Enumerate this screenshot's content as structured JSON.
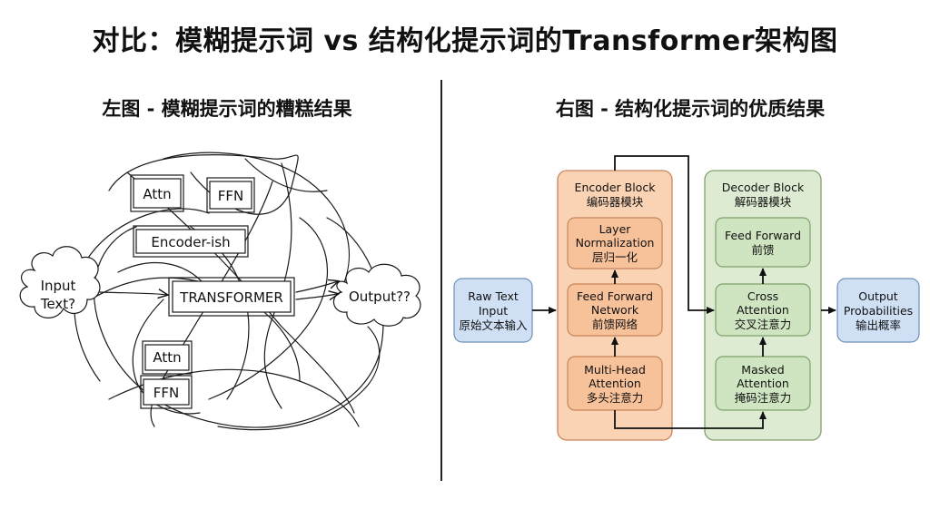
{
  "title": "对比：模糊提示词 vs 结构化提示词的Transformer架构图",
  "left": {
    "subtitle": "左图 - 模糊提示词的糟糕结果",
    "input_cloud": [
      "Input",
      "Text?"
    ],
    "output_cloud": "Output??",
    "attn_top": "Attn",
    "ffn_top": "FFN",
    "encoder": "Encoder-ish",
    "transformer": "TRANSFORMER",
    "attn_bottom": "Attn",
    "ffn_bottom": "FFN"
  },
  "right": {
    "subtitle": "右图 - 结构化提示词的优质结果",
    "raw_input": [
      "Raw Text",
      "Input",
      "原始文本输入"
    ],
    "encoder_block": [
      "Encoder Block",
      "编码器模块"
    ],
    "layer_norm": [
      "Layer",
      "Normalization",
      "层归一化"
    ],
    "ffn": [
      "Feed Forward",
      "Network",
      "前馈网络"
    ],
    "mha": [
      "Multi-Head",
      "Attention",
      "多头注意力"
    ],
    "decoder_block": [
      "Decoder Block",
      "解码器模块"
    ],
    "dec_ff": [
      "Feed Forward",
      "前馈"
    ],
    "cross_attn": [
      "Cross",
      "Attention",
      "交叉注意力"
    ],
    "masked_attn": [
      "Masked",
      "Attention",
      "掩码注意力"
    ],
    "output": [
      "Output",
      "Probabilities",
      "输出概率"
    ]
  },
  "colors": {
    "encoder_fill": "#f9d3b4",
    "encoder_inner": "#f7c29a",
    "encoder_stroke": "#c8855a",
    "decoder_fill": "#dcebd2",
    "decoder_inner": "#cfe5c1",
    "decoder_stroke": "#7fa06b",
    "io_fill": "#cfe0f5",
    "io_stroke": "#6f8fb6"
  }
}
